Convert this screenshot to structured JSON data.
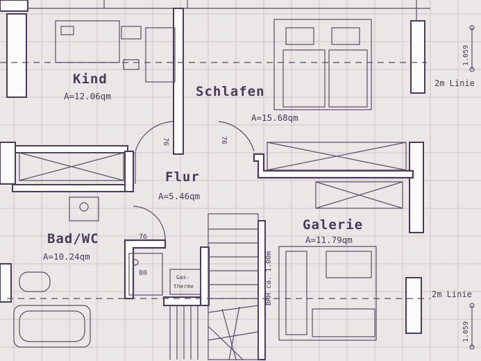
{
  "rooms": {
    "kind": {
      "name": "Kind",
      "area": "A=12.06qm"
    },
    "schlafen": {
      "name": "Schlafen",
      "area": "A=15.68qm"
    },
    "flur": {
      "name": "Flur",
      "area": "A=5.46qm"
    },
    "bad": {
      "name": "Bad/WC",
      "area": "A=10.24qm"
    },
    "galerie": {
      "name": "Galerie",
      "area": "A=11.79qm"
    }
  },
  "doors": {
    "kind_door": "76",
    "schlafen_door": "76",
    "bad_door": "76"
  },
  "fixtures": {
    "shower": "80",
    "gas_line1": "Gas-",
    "gas_line2": "therme",
    "brh": "BRH ca. 1.00m"
  },
  "edges": {
    "top_dimension": "1.059",
    "bottom_dimension": "1.059",
    "line_top": "2m Linie",
    "line_bottom": "2m Linie"
  },
  "colors": {
    "ink": "#4a3a58",
    "paper": "#ebe7e6"
  }
}
